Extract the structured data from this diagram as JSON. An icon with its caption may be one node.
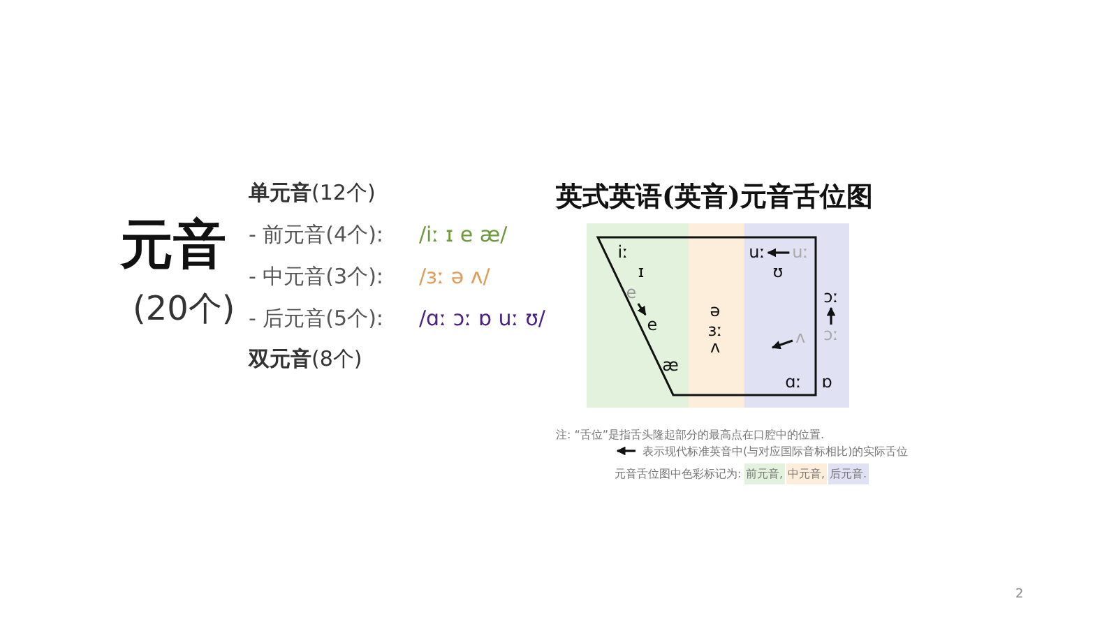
{
  "diagram": {
    "title": "元音",
    "nodes": [
      {
        "text": [
          "iː"
        ]
      },
      {
        "text": [
          "ɪ"
        ]
      },
      {
        "text": [
          "e"
        ]
      },
      {
        "text": [
          "e"
        ]
      },
      {
        "text": [
          "æ"
        ]
      },
      {
        "text": [
          "ə"
        ]
      },
      {
        "text": [
          "ɜː"
        ]
      },
      {
        "text": [
          "ʌ"
        ]
      },
      {
        "text": [
          "uː"
        ]
      },
      {
        "text": [
          "uː"
        ]
      },
      {
        "text": [
          "ʊ"
        ]
      },
      {
        "text": [
          "ɔː"
        ]
      },
      {
        "text": [
          "ɔː"
        ]
      },
      {
        "text": [
          "ʌ"
        ]
      },
      {
        "text": [
          "ɑː"
        ]
      },
      {
        "text": [
          "ɒ"
        ]
      }
    ],
    "edges": [
      {
        "from": 2,
        "to": 3,
        "arrow": "to"
      },
      {
        "from": 9,
        "to": 8,
        "arrow": "to"
      },
      {
        "from": 12,
        "to": 11,
        "arrow": "to"
      },
      {
        "from": 13,
        "to": null,
        "arrow": "to"
      }
    ],
    "labels": [
      "(20个)",
      "**单元音**(12个)",
      "- 前元音(4个):",
      "/iː ɪ e æ/",
      "- 中元音(3个):",
      "/ɜː ə ʌ/",
      "- 后元音(5个):",
      "/ɑː ɔː ɒ uː ʊ/",
      "**双元音**(8个)",
      "英式英语(英音)元音舌位图",
      "注: “舌位”是指舌头隆起部分的最高点在口腔中的位置.",
      "元音舌位图中色彩标记为:",
      "2"
    ],
    "legend": [
      {
        "text": "表示现代标准英音中(与对应国际音标相比)的实际舌位"
      },
      {
        "text": "前元音,",
        "color": "#e3f2dc"
      },
      {
        "text": "中元音,",
        "color": "#fdeedc"
      },
      {
        "text": "后元音.",
        "color": "#e0e1f2"
      }
    ]
  }
}
